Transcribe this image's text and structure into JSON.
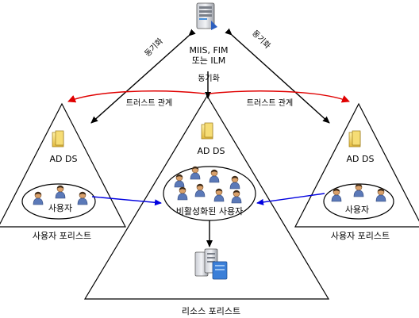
{
  "server": {
    "label_line1": "MIIS, FIM",
    "label_line2": "또는 ILM"
  },
  "sync_left": "동기화",
  "sync_right": "동기화",
  "sync_center": "동기화",
  "trust_left": "트러스트 관계",
  "trust_right": "트러스트 관계",
  "left_forest": {
    "ad_label": "AD DS",
    "users_label": "사용자",
    "forest_label": "사용자 포리스트"
  },
  "right_forest": {
    "ad_label": "AD DS",
    "users_label": "사용자",
    "forest_label": "사용자 포리스트"
  },
  "resource_forest": {
    "ad_label": "AD DS",
    "users_label": "비활성화된 사용자",
    "forest_label": "리소스 포리스트"
  },
  "colors": {
    "trust_arrow": "#e00000",
    "user_arrow": "#0000e0",
    "outline": "#000000"
  }
}
